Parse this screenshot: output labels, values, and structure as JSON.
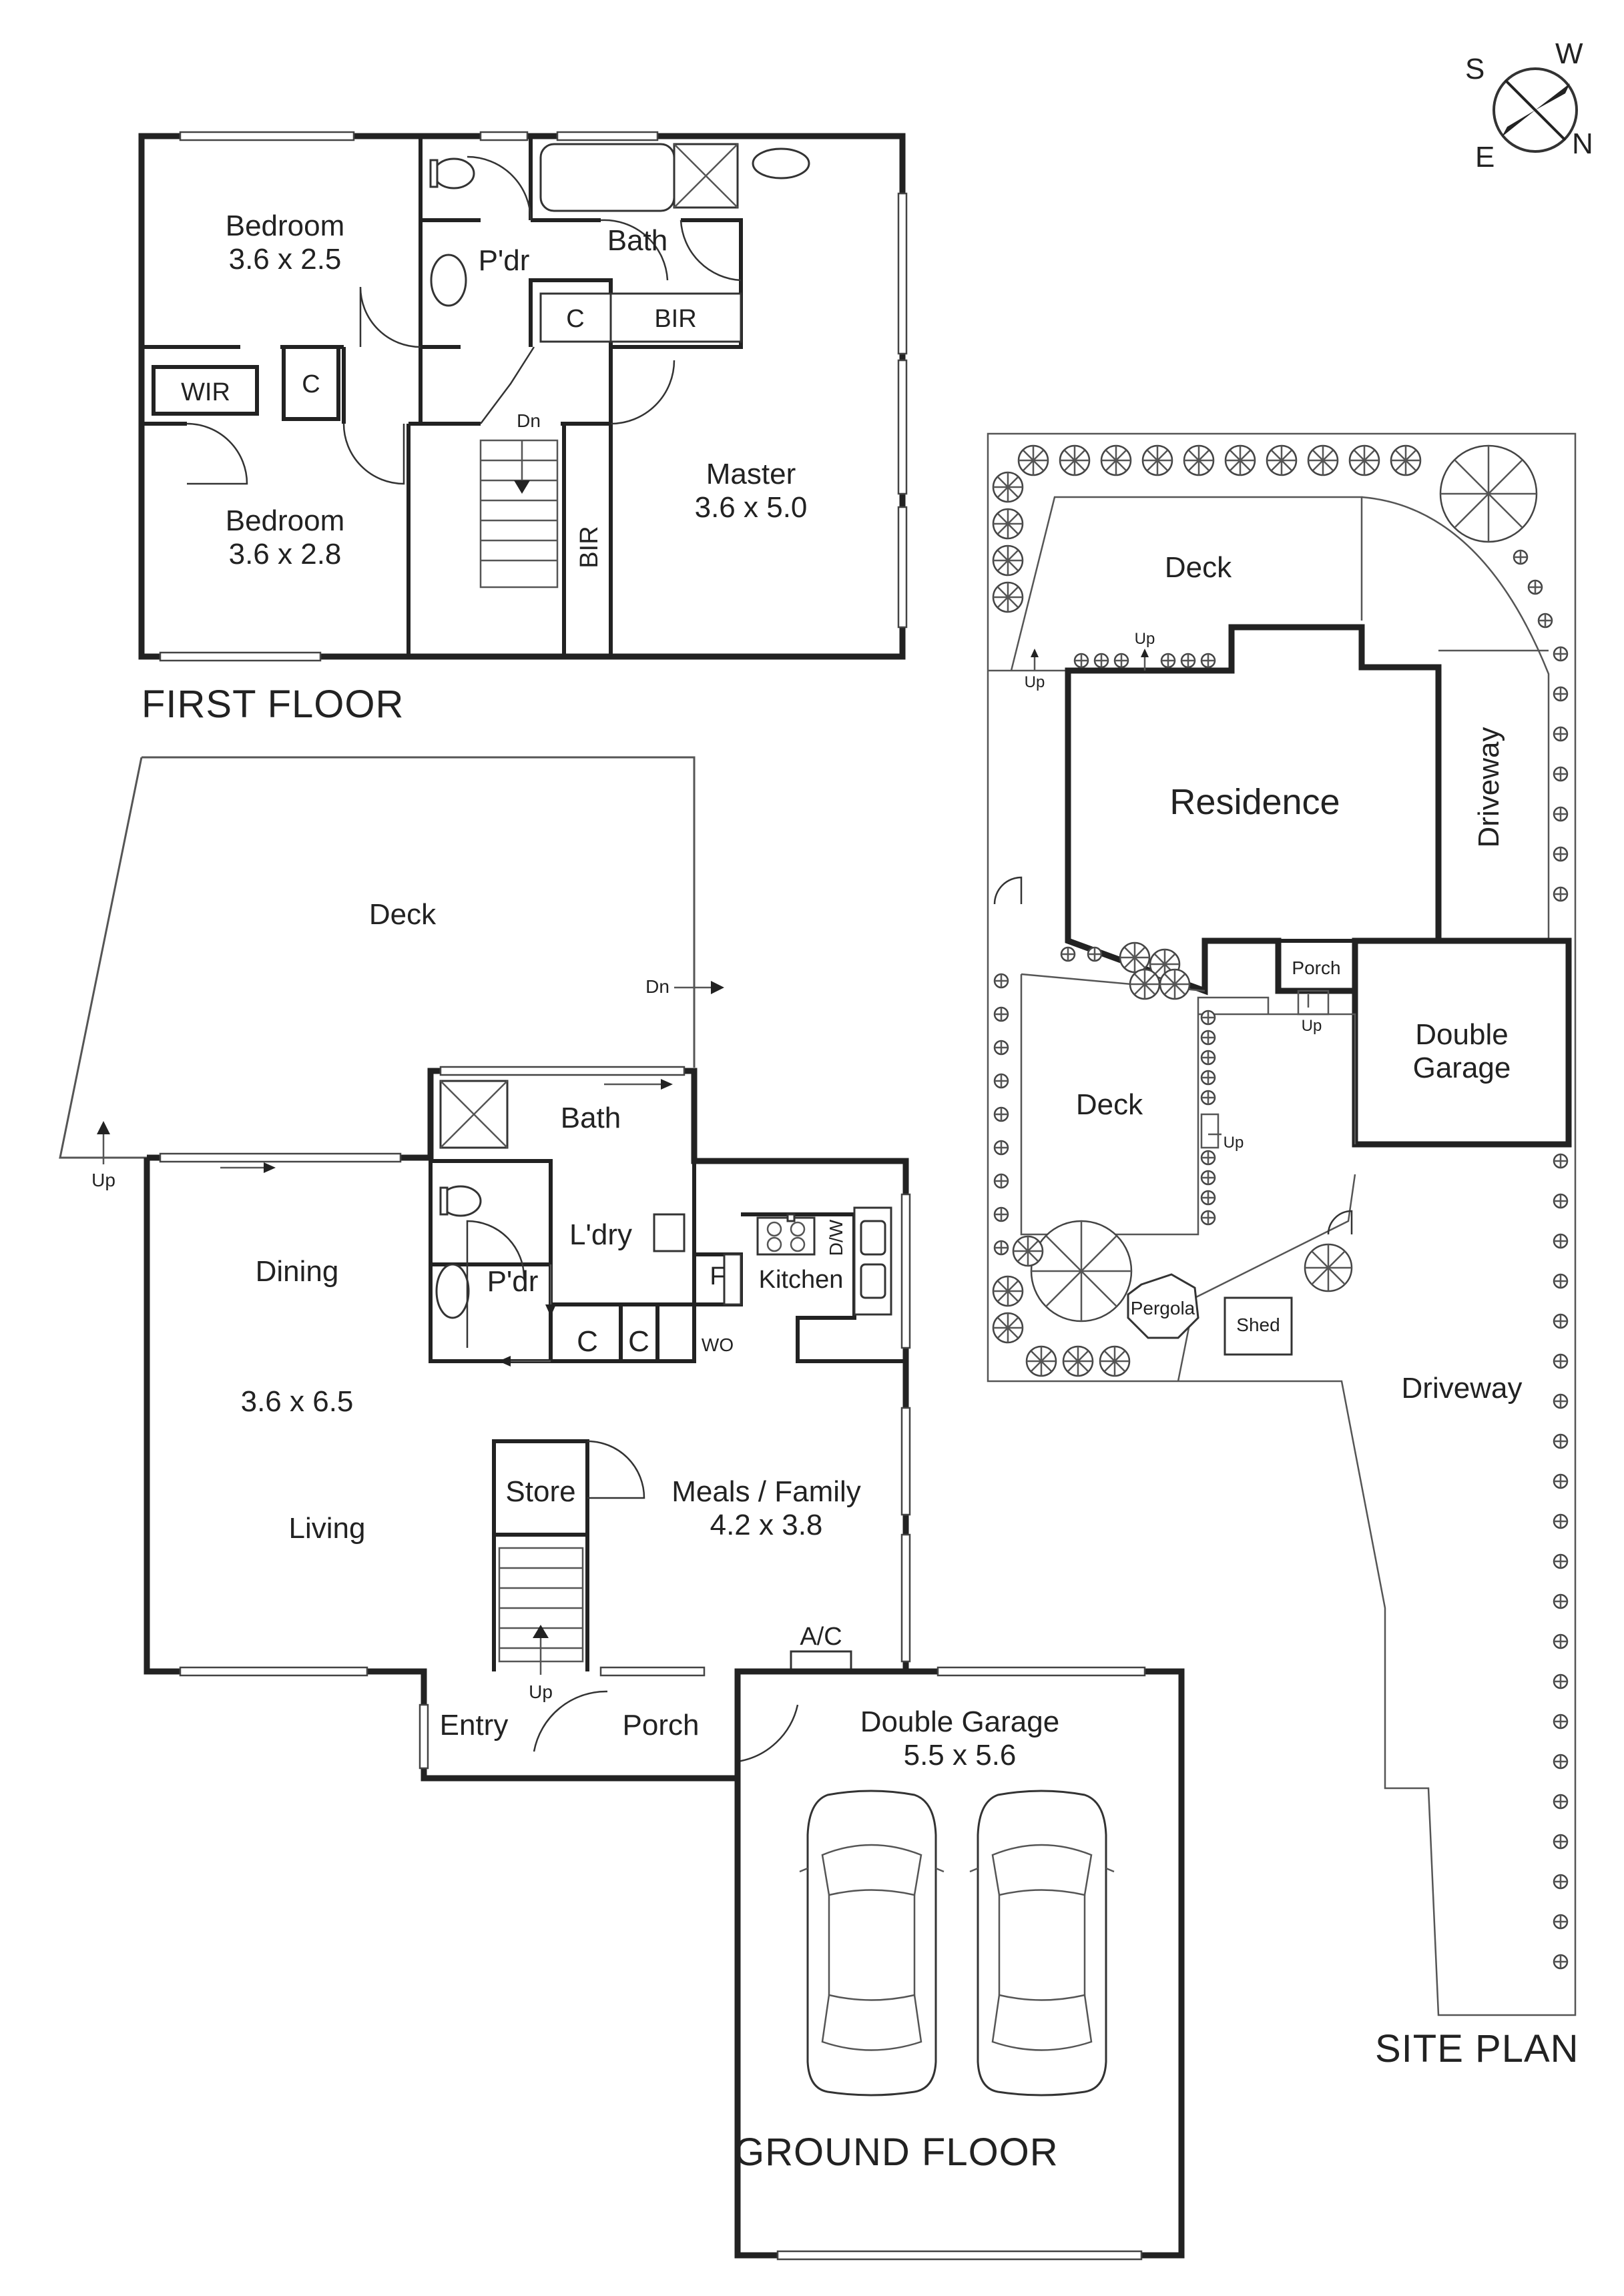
{
  "compass": {
    "s": "S",
    "w": "W",
    "e": "E",
    "n": "N"
  },
  "first_floor": {
    "title": "FIRST FLOOR",
    "bedroom1": {
      "name": "Bedroom",
      "size": "3.6 x 2.5"
    },
    "bedroom2": {
      "name": "Bedroom",
      "size": "3.6 x 2.8"
    },
    "pdr": "P'dr",
    "bath": "Bath",
    "c1": "C",
    "bir1": "BIR",
    "wir": "WIR",
    "c2": "C",
    "dn": "Dn",
    "bir2": "BIR",
    "master": {
      "name": "Master",
      "size": "3.6 x 5.0"
    }
  },
  "ground_floor": {
    "title": "GROUND FLOOR",
    "deck": "Deck",
    "dn": "Dn",
    "up_deck": "Up",
    "bath": "Bath",
    "laundry": "L'dry",
    "pdr": "P'dr",
    "dining": "Dining",
    "dining_living_size": "3.6 x 6.5",
    "living": "Living",
    "f": "F",
    "kitchen": "Kitchen",
    "dw": "D/W",
    "c1": "C",
    "c2": "C",
    "wo": "WO",
    "store": "Store",
    "meals": {
      "name": "Meals / Family",
      "size": "4.2 x 3.8"
    },
    "ac": "A/C",
    "up_stairs": "Up",
    "entry": "Entry",
    "porch": "Porch",
    "garage": {
      "name": "Double Garage",
      "size": "5.5 x 5.6"
    }
  },
  "site_plan": {
    "title": "SITE PLAN",
    "deck_top": "Deck",
    "up1": "Up",
    "up2": "Up",
    "residence": "Residence",
    "driveway_side": "Driveway",
    "porch": "Porch",
    "up3": "Up",
    "garage_line1": "Double",
    "garage_line2": "Garage",
    "deck_lower": "Deck",
    "up4": "Up",
    "pergola": "Pergola",
    "shed": "Shed",
    "driveway_main": "Driveway"
  }
}
